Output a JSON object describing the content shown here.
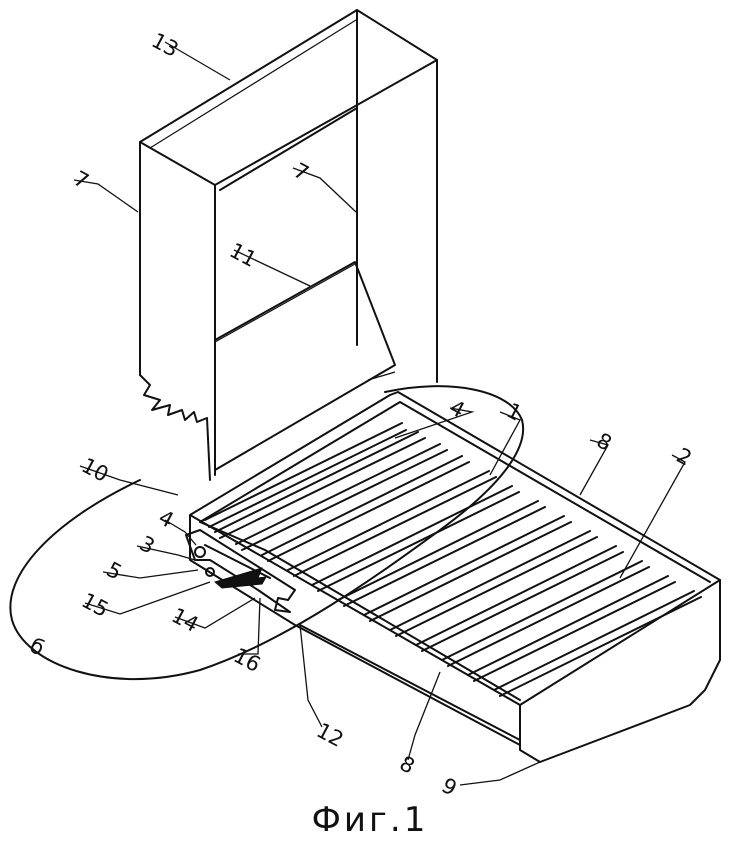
{
  "caption": "Фиг.1",
  "labels": {
    "l13": "13",
    "l7a": "7",
    "l7b": "7",
    "l11": "11",
    "l4a": "4",
    "l1": "1",
    "l8a": "8",
    "l2": "2",
    "l10": "10",
    "l4b": "4",
    "l3": "3",
    "l5": "5",
    "l15": "15",
    "l14": "14",
    "l16": "16",
    "l6": "б",
    "l12": "12",
    "l8b": "8",
    "l9": "9"
  }
}
